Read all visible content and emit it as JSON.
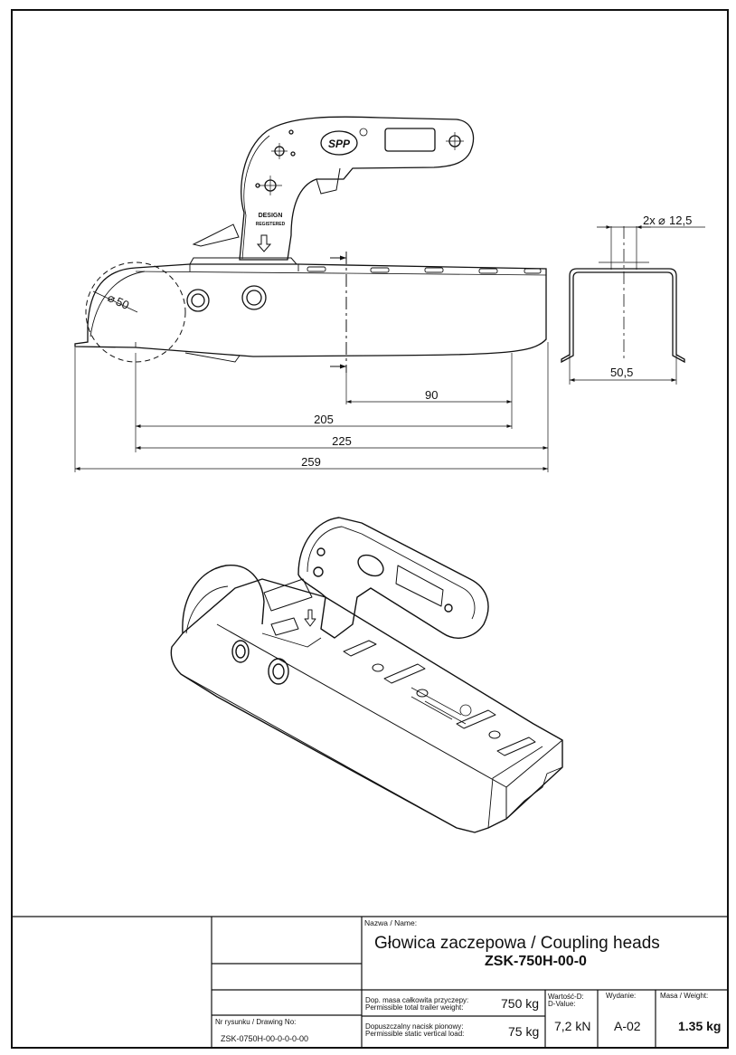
{
  "drawing": {
    "dimensions": {
      "d90": "90",
      "d205": "205",
      "d225": "225",
      "d259": "259",
      "diameter_ball": "50",
      "holes": "2x",
      "holes_diameter": "12,5",
      "section_width": "50,5"
    },
    "logo_text": "SPP",
    "stamp_line1": "DESIGN",
    "stamp_line2": "REGISTERED"
  },
  "title_block": {
    "name_label": "Nazwa / Name:",
    "title": "Głowica zaczepowa / Coupling heads",
    "code": "ZSK-750H-00-0",
    "total_weight_label_pl": "Dop. masa całkowita przyczepy:",
    "total_weight_label_en": "Permissible total trailer weight:",
    "total_weight_value": "750 kg",
    "vertical_load_label_pl": "Dopuszczalny nacisk pionowy:",
    "vertical_load_label_en": "Permissible static vertical load:",
    "vertical_load_value": "75 kg",
    "d_value_label_pl": "Wartość-D:",
    "d_value_label_en": "D-Value:",
    "d_value": "7,2 kN",
    "edition_label": "Wydanie:",
    "edition": "A-02",
    "weight_label": "Masa / Weight:",
    "weight": "1.35 kg",
    "drawing_no_label": "Nr rysunku / Drawing No:",
    "drawing_no": "ZSK-0750H-00-0-0-0-00"
  }
}
